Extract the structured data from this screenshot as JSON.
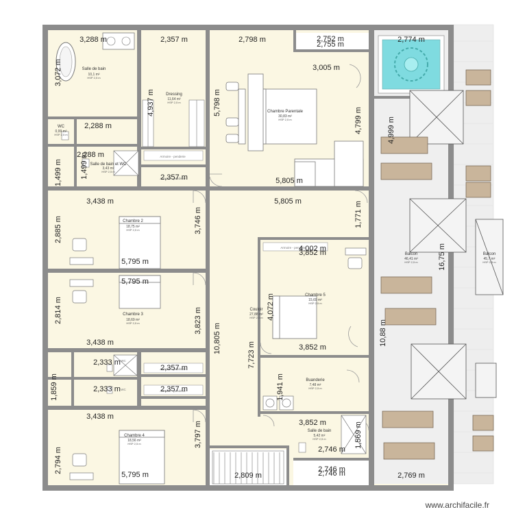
{
  "rooms": [
    {
      "name": "Salle de bain",
      "area": "10,1 m²",
      "hsp": "HSP 2,5 m"
    },
    {
      "name": "Dressing",
      "area": "11,64 m²",
      "hsp": "HSP 2,5 m"
    },
    {
      "name": "Chambre Parentale",
      "area": "30,83 m²",
      "hsp": "HSP 2,5 m"
    },
    {
      "name": "WC",
      "area": "0,99 m²",
      "hsp": "HSP 2,5 m"
    },
    {
      "name": "Salle de bain et WC",
      "area": "3,43 m²",
      "hsp": "HSP 2,5 m"
    },
    {
      "name": "Chambre 2",
      "area": "18,75 m²",
      "hsp": "HSP 2,5 m"
    },
    {
      "name": "Chambre 3",
      "area": "18,69 m²",
      "hsp": "HSP 2,5 m"
    },
    {
      "name": "Chambre 5",
      "area": "15,69 m²",
      "hsp": "HSP 2,5 m"
    },
    {
      "name": "Couloir",
      "area": "27,88 m²",
      "hsp": "HSP 2,5 m"
    },
    {
      "name": "Balcon",
      "area": "46,41 m²",
      "hsp": "HSP 2,5 m"
    },
    {
      "name": "Buanderie",
      "area": "7,48 m²",
      "hsp": "HSP 2,5 m"
    },
    {
      "name": "Salle de bain",
      "area": "5,42 m²",
      "hsp": "HSP 2,5 m"
    },
    {
      "name": "Chambre 4",
      "area": "18,56 m²",
      "hsp": "HSP 2,5 m"
    },
    {
      "name": "Balcon",
      "area": "45,7 m²",
      "hsp": "HSP 2,5 m"
    }
  ],
  "tags": {
    "placard_1": "Armoire - penderie",
    "placard_2": "Armoire - penderie",
    "placard_3": "Armoire - penderie",
    "placard_4": "Armoire - penderie",
    "placard_5": "Armoire - penderie",
    "wc_small": "WC",
    "wc_small_2": "WC"
  },
  "dimensions": {
    "d1": "3,288 m",
    "d2": "2,357 m",
    "d3": "2,798 m",
    "d4": "2,752 m",
    "d5": "2,755 m",
    "d6": "2,774 m",
    "d7": "3,072 m",
    "d8": "4,937 m",
    "d9": "5,798 m",
    "d10": "3,005 m",
    "d11": "4,799 m",
    "d12": "4,999 m",
    "d13": "2,288 m",
    "d14": "2,288 m",
    "d15": "1,499 m",
    "d16": "1,499 m",
    "d17": "2,357 m",
    "d18": "5,805 m",
    "d19": "3,438 m",
    "d20": "5,805 m",
    "d21": "1,771 m",
    "d22": "2,885 m",
    "d23": "3,746 m",
    "d24": "4,002 m",
    "d25": "3,852 m",
    "d26": "5,795 m",
    "d27": "5,795 m",
    "d28": "16,75 m",
    "d29": "2,814 m",
    "d30": "4,072 m",
    "d31": "3,823 m",
    "d32": "10,805 m",
    "d33": "7,723 m",
    "d34": "3,438 m",
    "d35": "10,88 m",
    "d36": "3,852 m",
    "d37": "2,333 m",
    "d38": "2,357 m",
    "d39": "1,859 m",
    "d40": "2,333 m",
    "d41": "2,357 m",
    "d42": "1,941 m",
    "d43": "3,438 m",
    "d44": "3,852 m",
    "d45": "1,569 m",
    "d46": "2,794 m",
    "d47": "3,797 m",
    "d48": "2,746 m",
    "d49": "2,746 m",
    "d50": "2,746 m",
    "d51": "5,795 m",
    "d52": "2,809 m",
    "d53": "2,769 m"
  },
  "watermark": "www.archifacile.fr",
  "colors": {
    "wall": "#8a8a8a",
    "room_fill": "#fbf7e3",
    "balcony": "#f0f0f0",
    "deck": "#e2e2e2",
    "pool": "#7fdbe0"
  }
}
